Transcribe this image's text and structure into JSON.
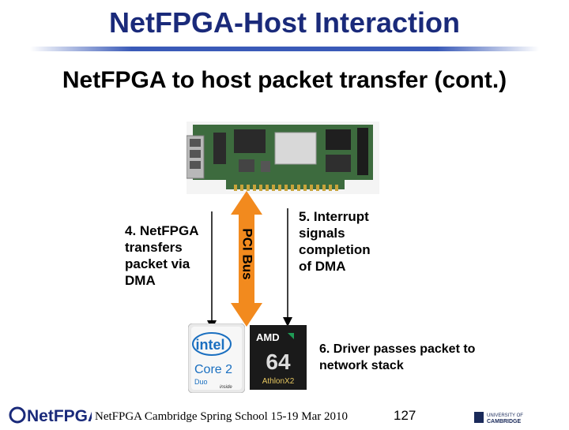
{
  "slide": {
    "title": "NetFPGA-Host Interaction",
    "subtitle": "NetFPGA to host packet transfer (cont.)"
  },
  "diagram": {
    "bus_label": "PCI Bus",
    "step4": "4. NetFPGA\ntransfers\npacket via\nDMA",
    "step5": "5. Interrupt\nsignals\ncompletion\nof DMA",
    "step6": "6. Driver passes packet to\nnetwork stack"
  },
  "logos": {
    "intel_brand": "intel",
    "intel_product": "Core 2",
    "intel_sub": "Duo",
    "intel_tag": "inside",
    "amd_brand": "AMD",
    "amd_num": "64",
    "amd_product": "AthlonX2",
    "netfpga": "NetFPGA",
    "cambridge_line1": "UNIVERSITY OF",
    "cambridge_line2": "CAMBRIDGE"
  },
  "footer": {
    "text": "NetFPGA Cambridge Spring School 15-19 Mar 2010",
    "page": "127"
  },
  "colors": {
    "title": "#1a2a7a",
    "arrow": "#f28a1e",
    "board": "#3d6b3e"
  }
}
